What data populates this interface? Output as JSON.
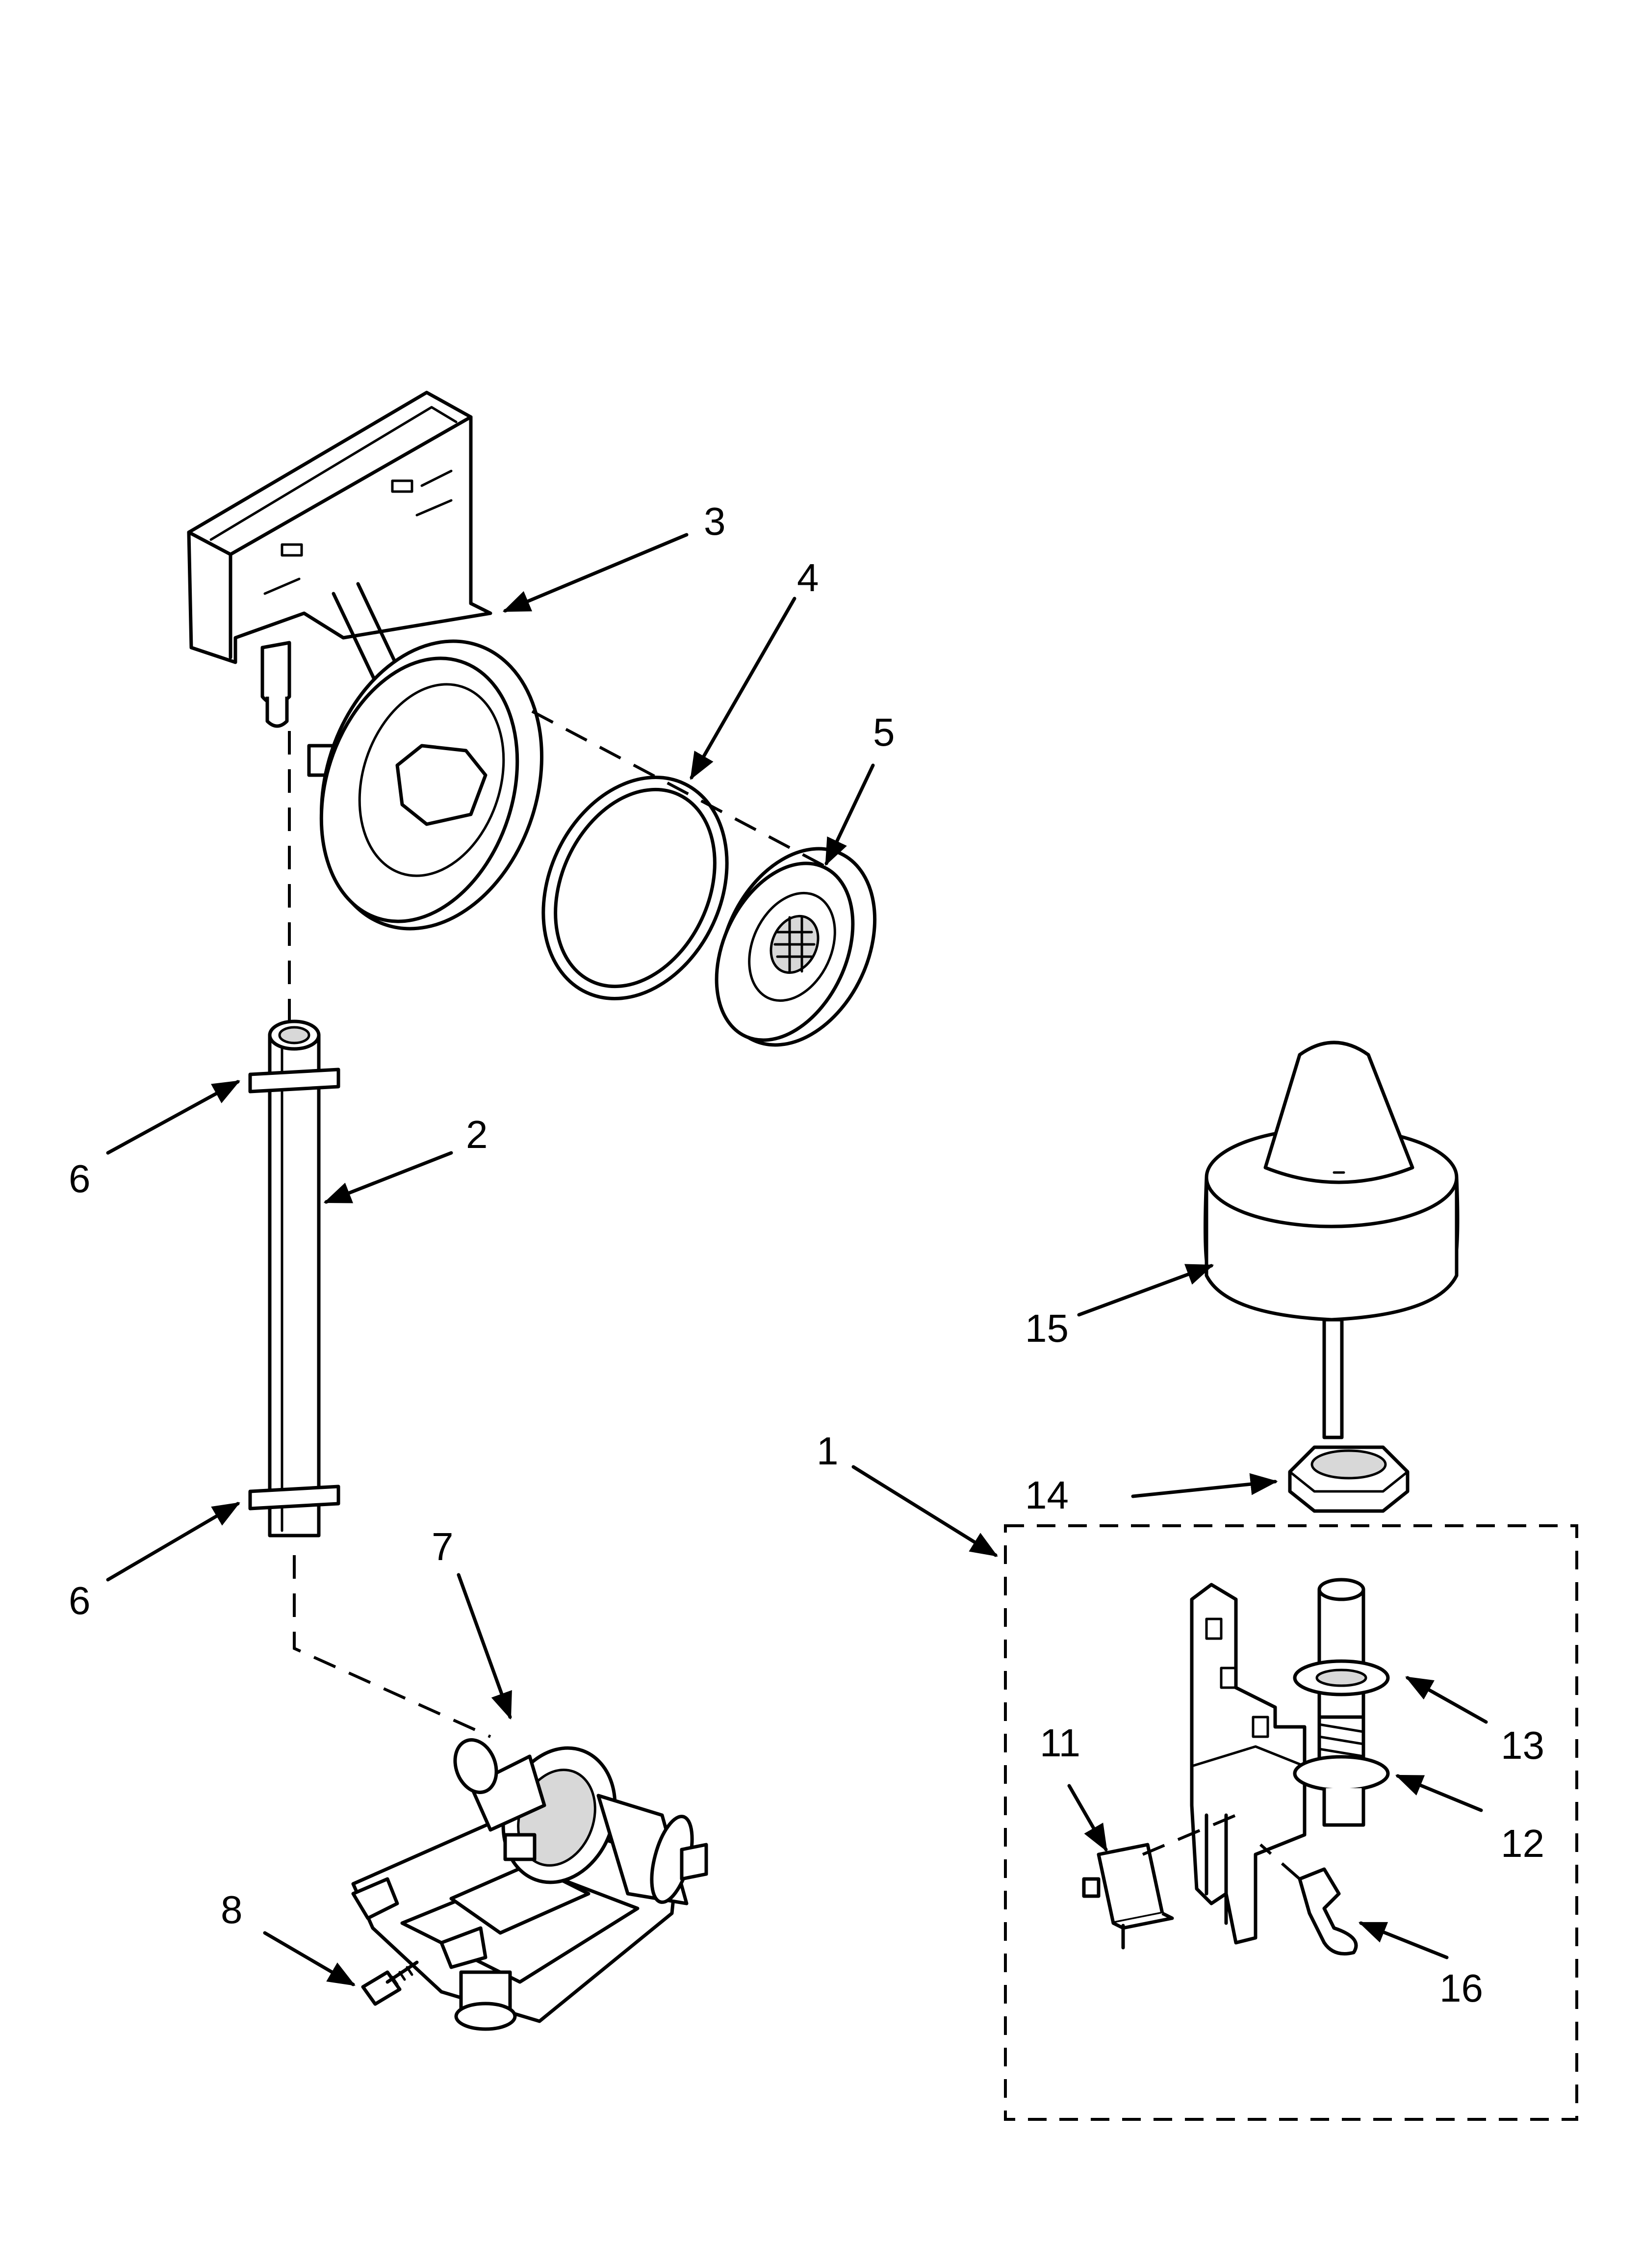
{
  "callouts": {
    "c1": "1",
    "c2": "2",
    "c3": "3",
    "c4": "4",
    "c5": "5",
    "c6a": "6",
    "c6b": "6",
    "c7": "7",
    "c8": "8",
    "c11": "11",
    "c12": "12",
    "c13": "13",
    "c14": "14",
    "c15": "15",
    "c16": "16"
  }
}
